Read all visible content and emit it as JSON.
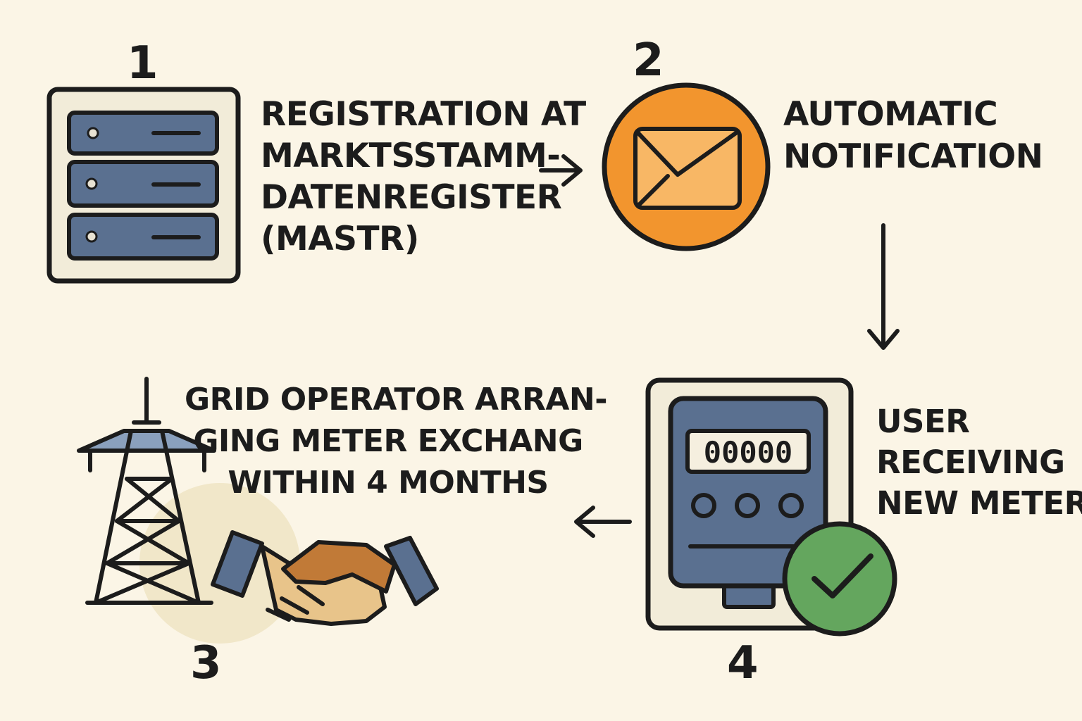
{
  "steps": [
    {
      "number": "1",
      "lines": [
        "REGISTRATION AT",
        "MARKTSSTAMM-",
        "DATENREGISTER",
        "(MASTR)"
      ]
    },
    {
      "number": "2",
      "lines": [
        "AUTOMATIC",
        "NOTIFICATION"
      ]
    },
    {
      "number": "3",
      "lines": [
        "GRID OPERATOR ARRAN-",
        "GING METER EXCHANG",
        "WITHIN 4 MONTHS"
      ]
    },
    {
      "number": "4",
      "lines": [
        "USER",
        "RECEIVING",
        "NEW METER"
      ]
    }
  ],
  "meter_display": "00000",
  "icons": {
    "step1": "server-icon",
    "step2": "envelope-icon",
    "step3": [
      "power-tower-icon",
      "handshake-icon"
    ],
    "step4": [
      "electricity-meter-icon",
      "checkmark-icon"
    ]
  },
  "colors": {
    "background": "#fbf5e6",
    "ink": "#1c1c1c",
    "slate_blue": "#5a7090",
    "orange": "#f2952e",
    "envelope": "#f8b765",
    "green": "#64a65e",
    "panel": "#f2ecd9"
  }
}
